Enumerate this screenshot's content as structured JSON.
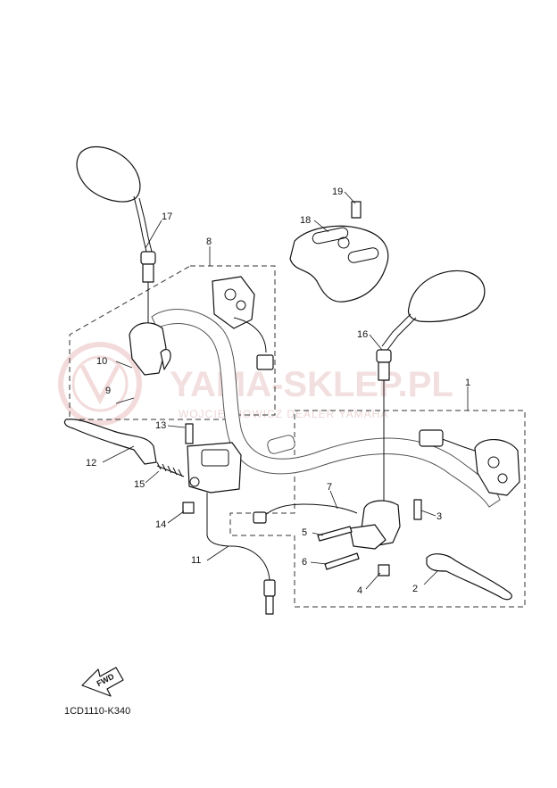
{
  "diagram_code": "1CD1110-K340",
  "fwd_label": "FWD",
  "watermark": {
    "title": "YAMA-SKLEP.PL",
    "subtitle": "WOJCIECHOWICZ DEALER YAMAHA"
  },
  "callouts": {
    "c1": "1",
    "c2": "2",
    "c3": "3",
    "c4": "4",
    "c5": "5",
    "c6": "6",
    "c7": "7",
    "c8": "8",
    "c9": "9",
    "c10": "10",
    "c11": "11",
    "c12": "12",
    "c13": "13",
    "c14": "14",
    "c15": "15",
    "c16": "16",
    "c17": "17",
    "c18": "18",
    "c19": "19"
  }
}
